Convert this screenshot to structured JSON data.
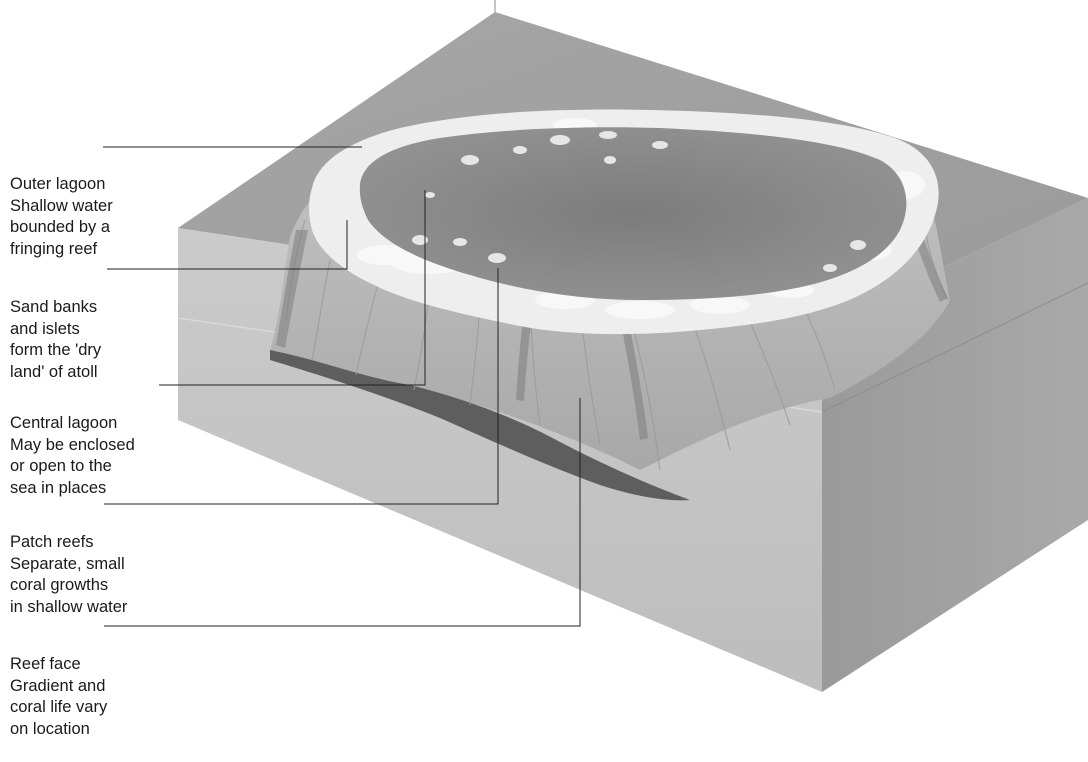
{
  "labels": [
    {
      "id": "outer-lagoon",
      "title": "Outer lagoon",
      "description": "Shallow water\nbounded by a\nfringing reef"
    },
    {
      "id": "sand-banks",
      "title": "Sand banks",
      "description": "and islets\nform the 'dry\nland' of atoll"
    },
    {
      "id": "central-lagoon",
      "title": "Central lagoon",
      "description": "May be enclosed\nor open to the\nsea in places"
    },
    {
      "id": "patch-reefs",
      "title": "Patch reefs",
      "description": "Separate, small\ncoral growths\nin shallow water"
    },
    {
      "id": "reef-face",
      "title": "Reef face",
      "description": "Gradient and\ncoral life vary\non location"
    }
  ],
  "colors": {
    "sea_top": "#9e9e9e",
    "lagoon": "#8a8a8a",
    "lagoon_deep": "#7a7a7a",
    "sand": "#f1f1f1",
    "front_face": "#c4c4c4",
    "right_face": "#a2a2a2",
    "reef_flank": "#b3b3b3",
    "dark_band": "#5a5a5a",
    "leader": "#222222"
  }
}
